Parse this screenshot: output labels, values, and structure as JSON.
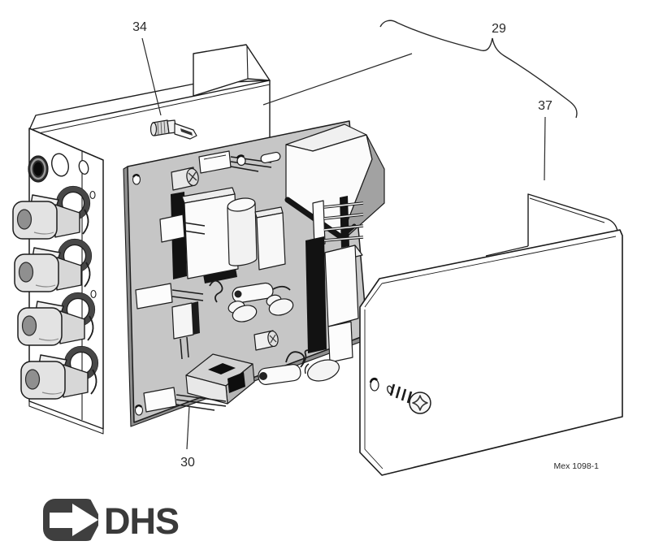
{
  "figure": {
    "callouts": [
      {
        "label": "34"
      },
      {
        "label": "29"
      },
      {
        "label": "37"
      },
      {
        "label": "30"
      }
    ],
    "figure_code": "Mex 1098-1",
    "logo_text": "DHS",
    "colors": {
      "background": "#ffffff",
      "line": "#1c1c1c",
      "pcb": "#c6c6c6",
      "pcb_edge": "#8e8e8e",
      "shadow": "#111111",
      "metal_side": "#a2a2a2",
      "logo": "#3a3a3a"
    }
  }
}
